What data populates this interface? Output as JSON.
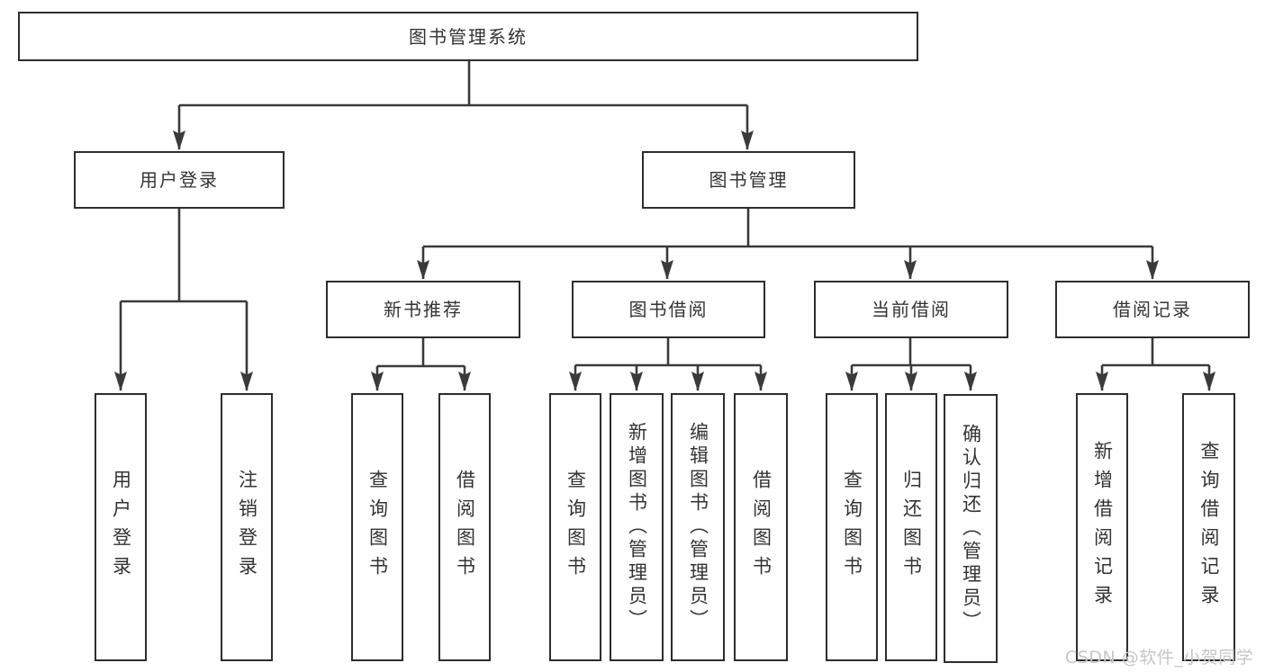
{
  "diagram": {
    "root_label": "图书管理系统",
    "branches": [
      {
        "label": "用户登录",
        "children": [
          {
            "label": "用户登录"
          },
          {
            "label": "注销登录"
          }
        ]
      },
      {
        "label": "图书管理",
        "children": [
          {
            "label": "新书推荐",
            "children": [
              {
                "label": "查询图书"
              },
              {
                "label": "借阅图书"
              }
            ]
          },
          {
            "label": "图书借阅",
            "children": [
              {
                "label": "查询图书"
              },
              {
                "label": "新增图书（管理员）"
              },
              {
                "label": "编辑图书（管理员）"
              },
              {
                "label": "借阅图书"
              }
            ]
          },
          {
            "label": "当前借阅",
            "children": [
              {
                "label": "查询图书"
              },
              {
                "label": "归还图书"
              },
              {
                "label": "确认归还（管理员）"
              }
            ]
          },
          {
            "label": "借阅记录",
            "children": [
              {
                "label": "新增借阅记录"
              },
              {
                "label": "查询借阅记录"
              }
            ]
          }
        ]
      }
    ]
  },
  "watermark": {
    "text": "CSDN @软件_小贺同学"
  },
  "colors": {
    "line": "#3a3a3a",
    "box_border": "#2d2d2d",
    "text": "#333333",
    "watermark": "#c6c6c6",
    "background": "#ffffff"
  }
}
